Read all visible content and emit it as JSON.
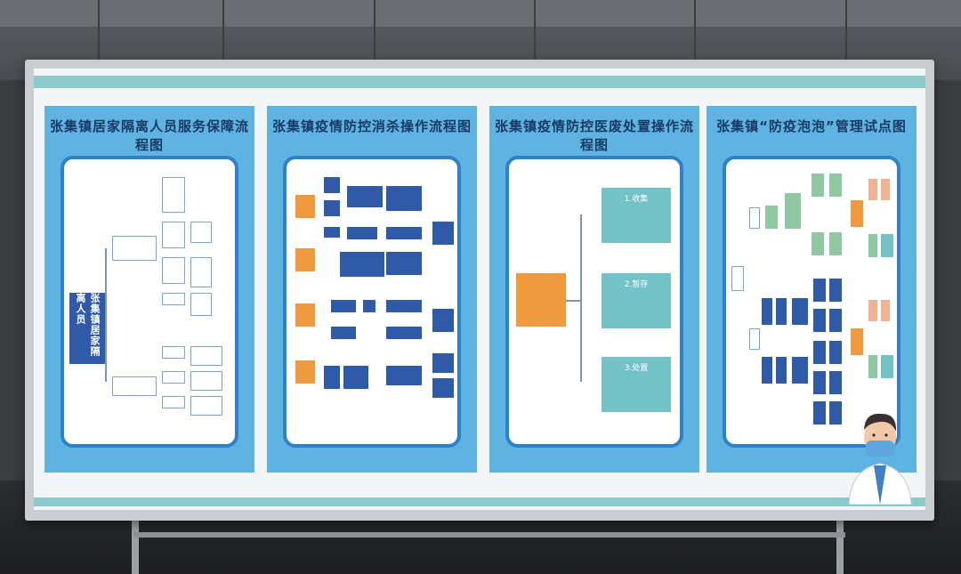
{
  "panels": [
    {
      "title": "张集镇居家隔离人员服务保障流程图",
      "main_node": "张集镇居家隔离人员"
    },
    {
      "title": "张集镇疫情防控消杀操作流程图"
    },
    {
      "title": "张集镇疫情防控医废处置操作流程图",
      "steps": [
        "1.收集",
        "2.暂存",
        "3.处置"
      ]
    },
    {
      "title": "张集镇“防疫泡泡”管理试点图"
    }
  ],
  "colors": {
    "panel_bg": "#5fb3e0",
    "card_border": "#2c82c9",
    "node_blue": "#2e5aa8",
    "node_orange": "#ef9a3e",
    "node_teal": "#73c2c8",
    "band": "#8ccbcc"
  }
}
